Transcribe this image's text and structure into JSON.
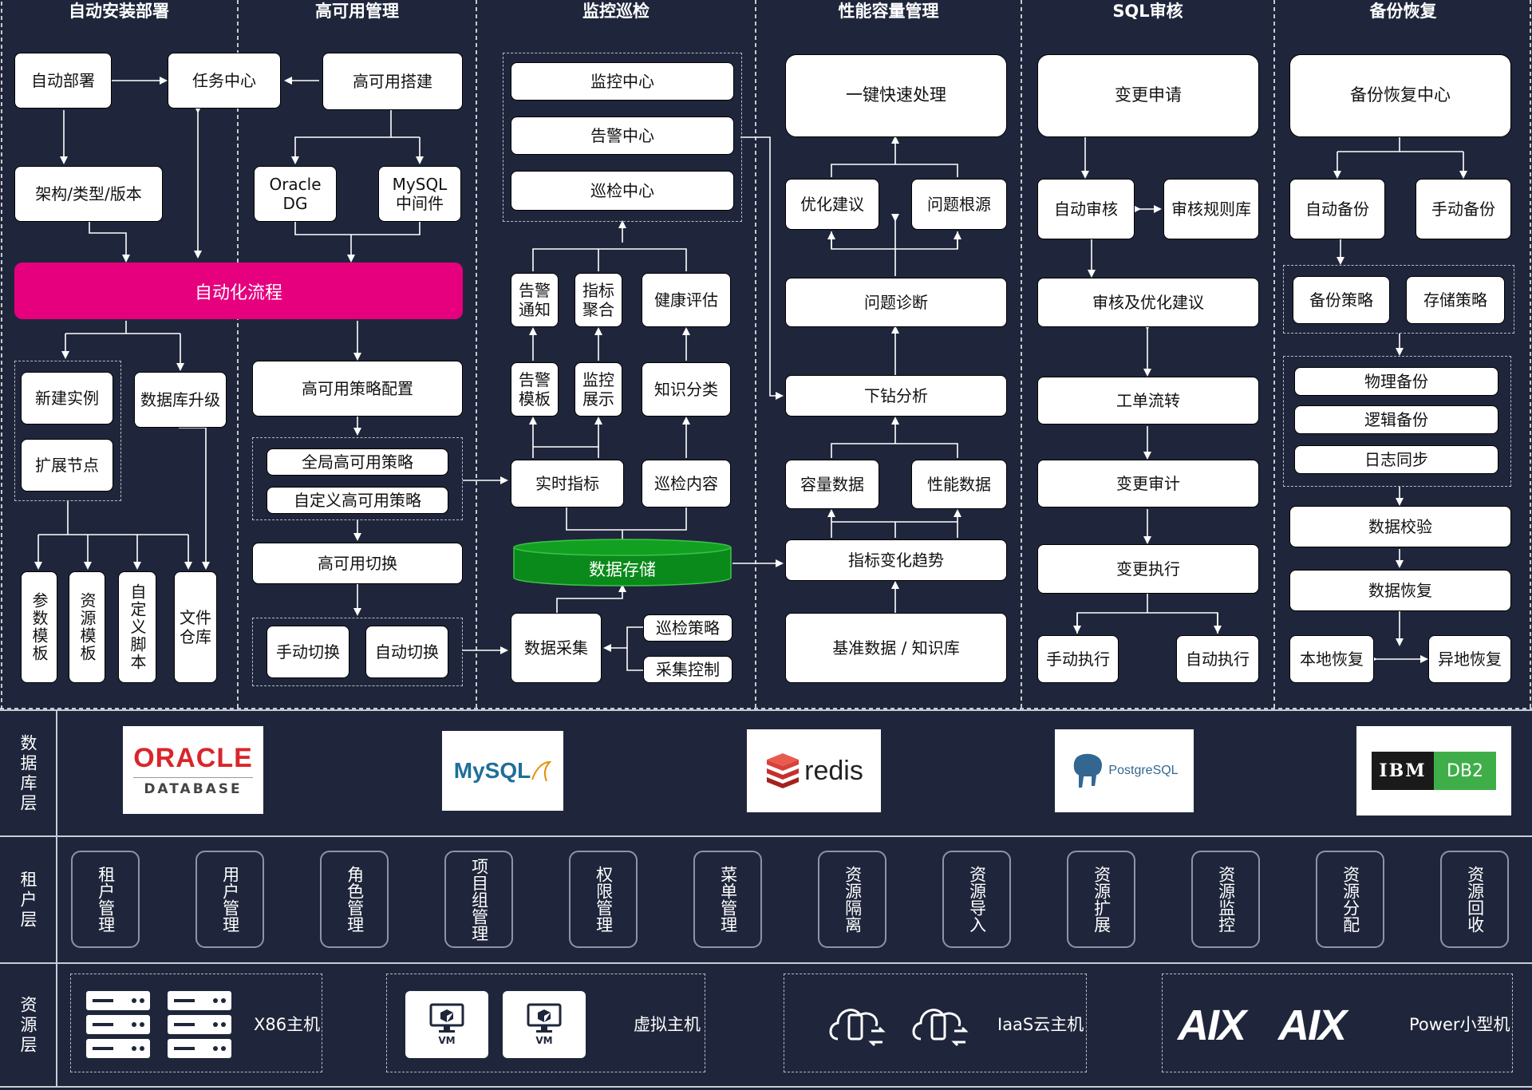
{
  "sections": {
    "deploy": "自动安装部署",
    "ha": "高可用管理",
    "monitor": "监控巡检",
    "perf": "性能容量管理",
    "sql": "SQL审核",
    "backup": "备份恢复"
  },
  "deploy": {
    "auto_deploy": "自动部署",
    "task_center": "任务中心",
    "arch": "架构/类型/版本",
    "flow": "自动化流程",
    "new_instance": "新建实例",
    "expand_node": "扩展节点",
    "db_upgrade": "数据库升级",
    "param_template": "参数模板",
    "resource_template": "资源模板",
    "custom_script": "自定义脚本",
    "file_repo": "文件仓库"
  },
  "ha": {
    "build": "高可用搭建",
    "oracle_dg": "Oracle DG",
    "mysql_mw": "MySQL 中间件",
    "policy_config": "高可用策略配置",
    "global_policy": "全局高可用策略",
    "custom_policy": "自定义高可用策略",
    "switch": "高可用切换",
    "manual_switch": "手动切换",
    "auto_switch": "自动切换"
  },
  "monitor": {
    "monitor_center": "监控中心",
    "alert_center": "告警中心",
    "inspect_center": "巡检中心",
    "alert_notify": "告警通知",
    "metric_agg": "指标聚合",
    "health": "健康评估",
    "alert_template": "告警模板",
    "monitor_display": "监控展示",
    "knowledge_cls": "知识分类",
    "realtime": "实时指标",
    "inspect_content": "巡检内容",
    "storage": "数据存储",
    "collect": "数据采集",
    "inspect_policy": "巡检策略",
    "collect_control": "采集控制"
  },
  "perf": {
    "quick": "一键快速处理",
    "optimize": "优化建议",
    "root_cause": "问题根源",
    "diagnosis": "问题诊断",
    "drilldown": "下钻分析",
    "capacity": "容量数据",
    "performance": "性能数据",
    "trend": "指标变化趋势",
    "baseline": "基准数据 / 知识库"
  },
  "sql": {
    "change_request": "变更申请",
    "auto_audit": "自动审核",
    "rule_lib": "审核规则库",
    "audit_optimize": "审核及优化建议",
    "ticket_flow": "工单流转",
    "change_audit": "变更审计",
    "change_exec": "变更执行",
    "manual_exec": "手动执行",
    "auto_exec": "自动执行"
  },
  "backup": {
    "center": "备份恢复中心",
    "auto_backup": "自动备份",
    "manual_backup": "手动备份",
    "backup_policy": "备份策略",
    "storage_policy": "存储策略",
    "physical": "物理备份",
    "logical": "逻辑备份",
    "log_sync": "日志同步",
    "verify": "数据校验",
    "restore": "数据恢复",
    "local_restore": "本地恢复",
    "remote_restore": "异地恢复"
  },
  "layers": {
    "db": "数据库层",
    "tenant": "租户层",
    "resource": "资源层"
  },
  "db_logos": {
    "oracle_main": "ORACLE",
    "oracle_sub": "DATABASE",
    "mysql": "MySQL",
    "redis": "redis",
    "postgres": "PostgreSQL",
    "ibm": "IBM",
    "db2": "DB2"
  },
  "tenant_items": [
    "租户管理",
    "用户管理",
    "角色管理",
    "项目组管理",
    "权限管理",
    "菜单管理",
    "资源隔离",
    "资源导入",
    "资源扩展",
    "资源监控",
    "资源分配",
    "资源回收"
  ],
  "resources": {
    "x86": "X86主机",
    "vm": "虚拟主机",
    "vm_tag": "VM",
    "iaas": "IaaS云主机",
    "aix": "AIX",
    "power": "Power小型机"
  },
  "colors": {
    "background": "#1f263b",
    "flow": "#e6007e",
    "storage": "#0a8a1a",
    "redis": "#c4302b",
    "db2": "#3fae49"
  }
}
